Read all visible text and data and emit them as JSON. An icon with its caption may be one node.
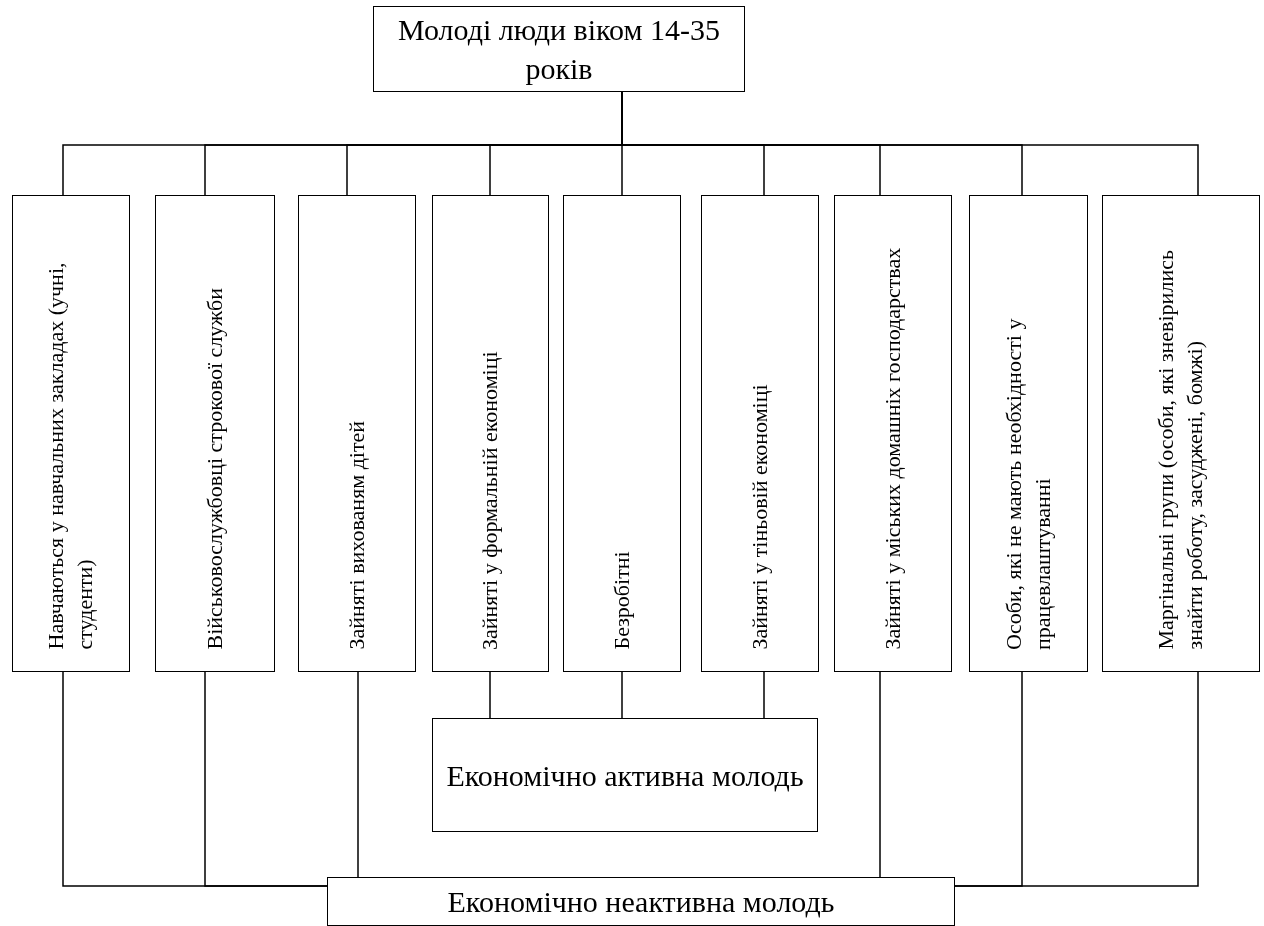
{
  "diagram": {
    "nodes": [
      {
        "text": [
          "Молоді люди віком 14-35 років"
        ]
      },
      {
        "text": [
          "Навчаються у навчальних закладах (учні, студенти)"
        ]
      },
      {
        "text": [
          "Військовослужбовці строкової служби"
        ]
      },
      {
        "text": [
          "Зайняті вихованям дітей"
        ]
      },
      {
        "text": [
          "Зайняті у формальній економіці"
        ]
      },
      {
        "text": [
          "Безробітні"
        ]
      },
      {
        "text": [
          "Зайняті у тіньовій економіці"
        ]
      },
      {
        "text": [
          "Зайняті у міських домашніх господарствах"
        ]
      },
      {
        "text": [
          "Особи, які не мають необхідності у працевлаштуванні"
        ]
      },
      {
        "text": [
          "Маргінальні групи (особи, які зневірились знайти роботу, засуджені, бомжі)"
        ]
      },
      {
        "text": [
          "Економічно активна молодь"
        ]
      },
      {
        "text": [
          "Економічно неактивна молодь"
        ]
      }
    ],
    "edges": [
      {
        "from": 0,
        "to": 1,
        "arrow": "none"
      },
      {
        "from": 0,
        "to": 2,
        "arrow": "none"
      },
      {
        "from": 0,
        "to": 3,
        "arrow": "none"
      },
      {
        "from": 0,
        "to": 4,
        "arrow": "none"
      },
      {
        "from": 0,
        "to": 5,
        "arrow": "none"
      },
      {
        "from": 0,
        "to": 6,
        "arrow": "none"
      },
      {
        "from": 0,
        "to": 7,
        "arrow": "none"
      },
      {
        "from": 0,
        "to": 8,
        "arrow": "none"
      },
      {
        "from": 0,
        "to": 9,
        "arrow": "none"
      },
      {
        "from": 4,
        "to": 10,
        "arrow": "none"
      },
      {
        "from": 5,
        "to": 10,
        "arrow": "none"
      },
      {
        "from": 6,
        "to": 10,
        "arrow": "none"
      },
      {
        "from": 1,
        "to": 11,
        "arrow": "none"
      },
      {
        "from": 2,
        "to": 11,
        "arrow": "none"
      },
      {
        "from": 3,
        "to": 11,
        "arrow": "none"
      },
      {
        "from": 7,
        "to": 11,
        "arrow": "none"
      },
      {
        "from": 8,
        "to": 11,
        "arrow": "none"
      },
      {
        "from": 9,
        "to": 11,
        "arrow": "none"
      }
    ]
  }
}
